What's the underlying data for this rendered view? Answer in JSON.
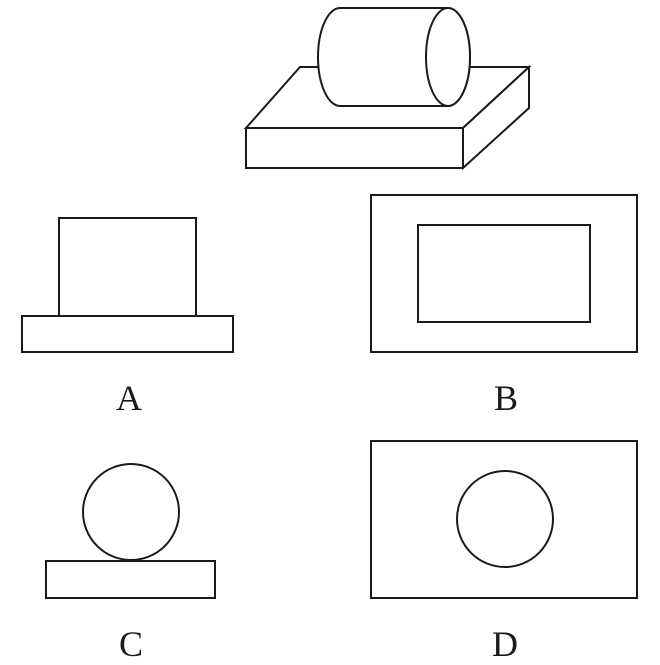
{
  "options": {
    "a": {
      "label": "A"
    },
    "b": {
      "label": "B"
    },
    "c": {
      "label": "C"
    },
    "d": {
      "label": "D"
    }
  }
}
